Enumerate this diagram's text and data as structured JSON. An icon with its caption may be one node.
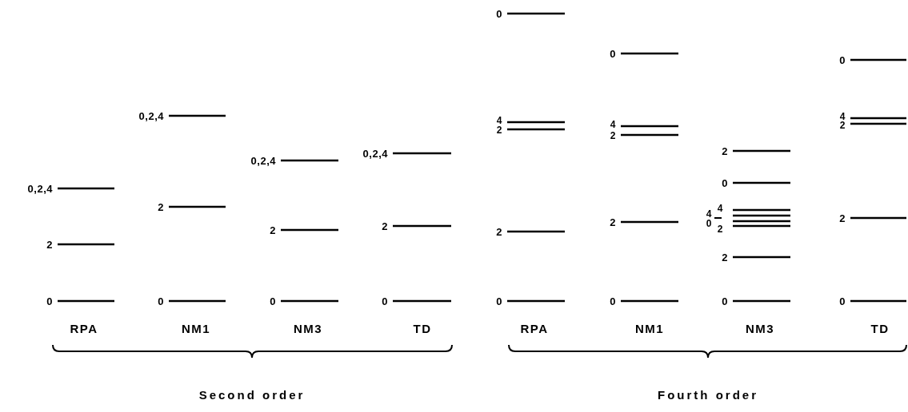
{
  "diagram": {
    "labels": [
      "0,2,4",
      "2",
      "0",
      "RPA",
      "0,2,4",
      "2",
      "0",
      "NM1",
      "0,2,4",
      "2",
      "0",
      "NM3",
      "0,2,4",
      "2",
      "0",
      "TD",
      "Second order",
      "0",
      "4",
      "2",
      "2",
      "0",
      "RPA",
      "0",
      "4",
      "2",
      "2",
      "0",
      "NM1",
      "2",
      "0",
      "4",
      "4",
      "0",
      "2",
      "2",
      "0",
      "NM3",
      "0",
      "4",
      "2",
      "2",
      "0",
      "TD",
      "Fourth order"
    ]
  }
}
